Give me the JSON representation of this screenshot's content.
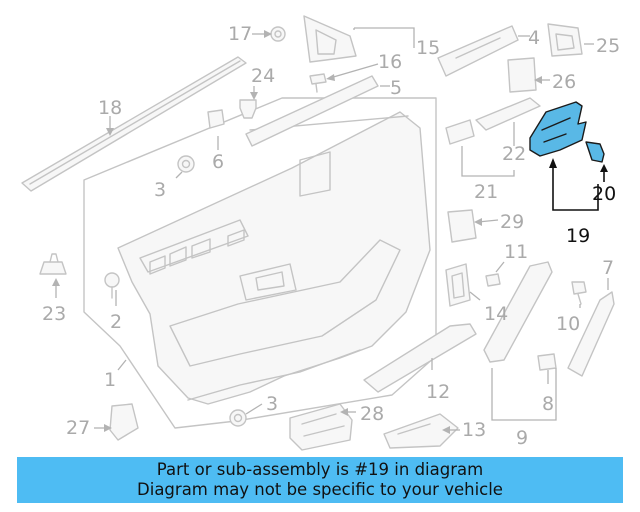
{
  "callouts": {
    "c1": "1",
    "c2": "2",
    "c3a": "3",
    "c3b": "3",
    "c4": "4",
    "c5": "5",
    "c6": "6",
    "c7": "7",
    "c8": "8",
    "c9": "9",
    "c10": "10",
    "c11": "11",
    "c12": "12",
    "c13": "13",
    "c14": "14",
    "c15": "15",
    "c16": "16",
    "c17": "17",
    "c18": "18",
    "c19": "19",
    "c20": "20",
    "c21": "21",
    "c22": "22",
    "c23": "23",
    "c24": "24",
    "c25": "25",
    "c26": "26",
    "c27": "27",
    "c28": "28",
    "c29": "29"
  },
  "highlight": {
    "part_number": "19",
    "sub_part_number": "20",
    "color": "#59b8e6"
  },
  "banner": {
    "line1": "Part or sub-assembly is #19 in diagram",
    "line2": "Diagram may not be specific to your vehicle",
    "color": "#4ebcf3"
  }
}
